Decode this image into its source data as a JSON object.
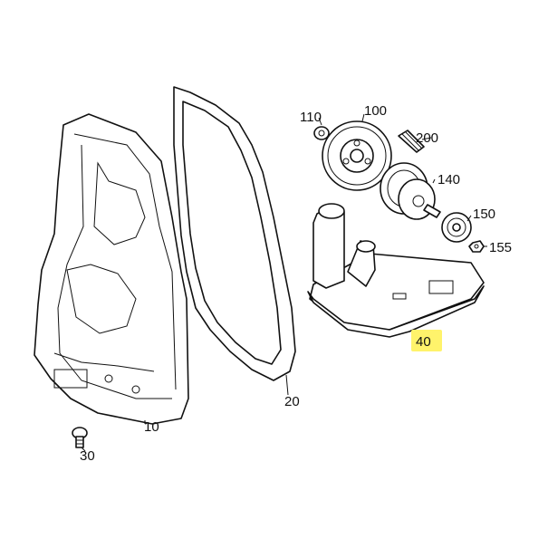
{
  "labels": {
    "p10": "10",
    "p20": "20",
    "p30": "30",
    "p40": "40",
    "p100": "100",
    "p110": "110",
    "p140": "140",
    "p150": "150",
    "p155": "155",
    "p200": "200"
  },
  "colors": {
    "highlight": "#fff36b",
    "line": "#111111"
  },
  "highlighted_part": "40"
}
